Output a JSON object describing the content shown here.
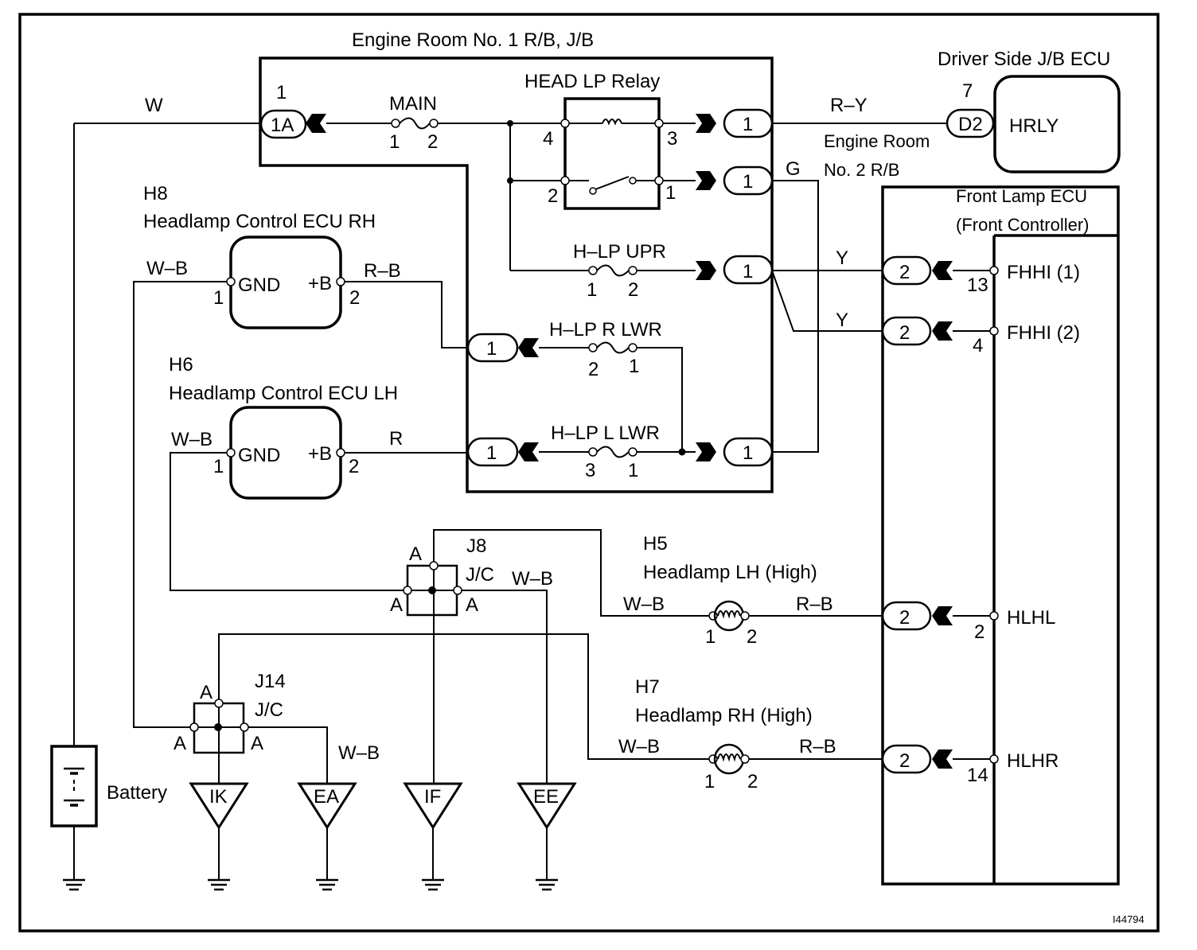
{
  "boxes": {
    "engine_room_rb1": "Engine Room No. 1 R/B, J/B",
    "head_lp_relay": "HEAD LP Relay",
    "driver_jb_ecu": "Driver Side J/B ECU",
    "hrly": "HRLY",
    "engine_room_2_line1": "Engine Room",
    "engine_room_2_line2": "No. 2 R/B",
    "front_lamp_ecu_line1": "Front Lamp ECU",
    "front_lamp_ecu_line2": "(Front Controller)"
  },
  "components": {
    "h8_code": "H8",
    "h8_name": "Headlamp Control ECU RH",
    "h6_code": "H6",
    "h6_name": "Headlamp Control ECU LH",
    "gnd": "GND",
    "plus_b": "+B",
    "h5_code": "H5",
    "h5_name": "Headlamp LH (High)",
    "h7_code": "H7",
    "h7_name": "Headlamp RH (High)",
    "j8_code": "J8",
    "j14_code": "J14",
    "jc": "J/C",
    "battery": "Battery"
  },
  "fuses": {
    "main": "MAIN",
    "h_lp_upr": "H–LP UPR",
    "h_lp_r_lwr": "H–LP R LWR",
    "h_lp_l_lwr": "H–LP L LWR"
  },
  "wires": {
    "w": "W",
    "r_y": "R–Y",
    "g": "G",
    "y": "Y",
    "w_b": "W–B",
    "r_b": "R–B",
    "r": "R"
  },
  "connectors": {
    "c1a": "1A",
    "d2": "D2",
    "one": "1",
    "two": "2"
  },
  "pins": {
    "p1": "1",
    "p2": "2",
    "p3": "3",
    "p4": "4",
    "p7": "7",
    "p13": "13",
    "p14": "14",
    "a": "A"
  },
  "ecu_terminals": {
    "fhhi1": "FHHI (1)",
    "fhhi2": "FHHI (2)",
    "hlhl": "HLHL",
    "hlhr": "HLHR"
  },
  "grounds": {
    "ik": "IK",
    "ea": "EA",
    "if": "IF",
    "ee": "EE"
  },
  "figure_id": "I44794"
}
